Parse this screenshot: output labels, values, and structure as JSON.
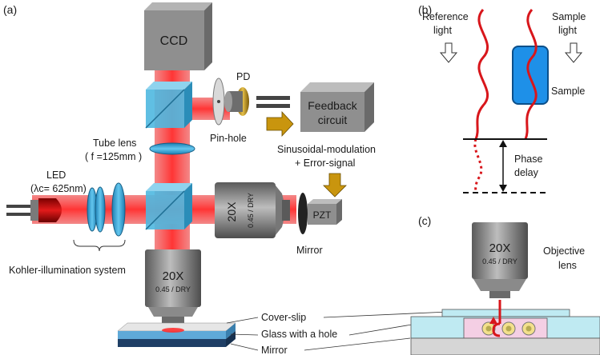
{
  "panels": {
    "a": "(a)",
    "b": "(b)",
    "c": "(c)"
  },
  "panel_a": {
    "ccd": "CCD",
    "pd": "PD",
    "pinhole": "Pin-hole",
    "feedback_line1": "Feedback",
    "feedback_line2": "circuit",
    "tube_lens_line1": "Tube lens",
    "tube_lens_line2": "( f =125mm )",
    "led_line1": "LED",
    "led_line2": "(λc= 625nm)",
    "modulation_line1": "Sinusoidal-modulation",
    "modulation_line2": "+ Error-signal",
    "pzt": "PZT",
    "mirror": "Mirror",
    "kohler": "Kohler-illumination system",
    "objective_side_mag": "20X",
    "objective_side_spec": "0.45 / DRY",
    "objective_bottom_mag": "20X",
    "objective_bottom_spec": "0.45 / DRY",
    "coverslip": "Cover-slip",
    "glass_hole": "Glass with a hole",
    "bottom_mirror": "Mirror"
  },
  "panel_b": {
    "ref_line1": "Reference",
    "ref_line2": "light",
    "sample_line1": "Sample",
    "sample_line2": "light",
    "sample": "Sample",
    "phase_line1": "Phase",
    "phase_line2": "delay"
  },
  "panel_c": {
    "objective_mag": "20X",
    "objective_spec": "0.45 / DRY",
    "objective_label_line1": "Objective",
    "objective_label_line2": "lens"
  },
  "colors": {
    "beam": "#ef3b3b",
    "cube": "#4fb8e0",
    "lens": "#3aa9d8",
    "box_gray": "#8c8c8c",
    "wave": "#d8161b",
    "sample_fill": "#1e90e8",
    "gold_arrow": "#c9950e"
  },
  "icons": [
    "arrow-down-outline-icon",
    "arrow-right-gold-icon",
    "arrow-down-gold-icon"
  ]
}
